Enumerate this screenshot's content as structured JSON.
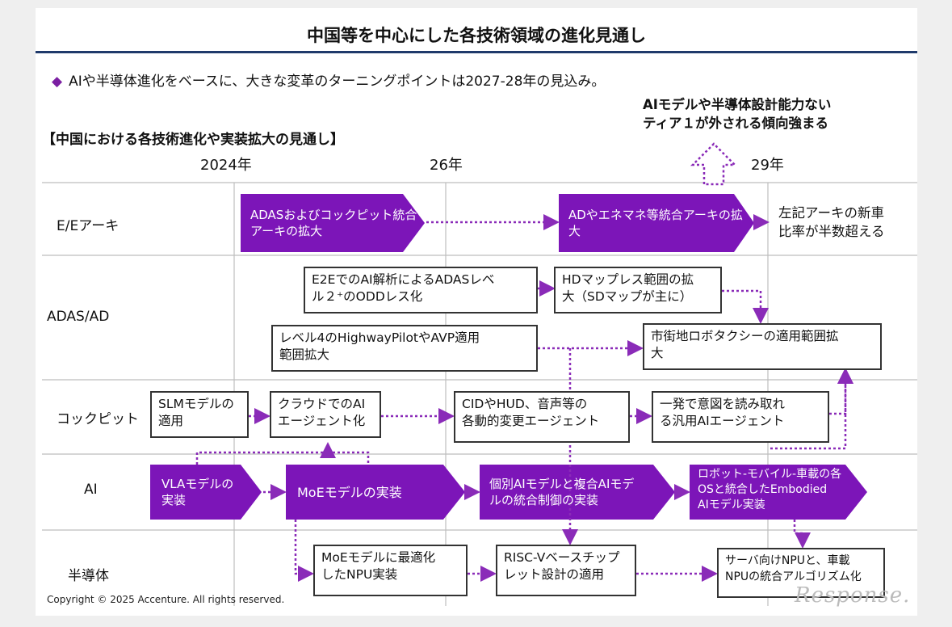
{
  "title": "中国等を中心にした各技術領域の進化見通し",
  "bullet": "AIや半導体進化をベースに、大きな変革のターニングポイントは2027-28年の見込み。",
  "callout": [
    "AIモデルや半導体設計能力ない",
    "ティア１が外される傾向強まる"
  ],
  "section_title": "【中国における各技術進化や実装拡大の見通し】",
  "years": [
    "2024年",
    "26年",
    "29年"
  ],
  "rows": [
    "E/Eアーキ",
    "ADAS/AD",
    "コックピット",
    "AI",
    "半導体"
  ],
  "colors": {
    "accent_purple": "#7c15b8",
    "dotted_purple": "#8a2bb8",
    "title_bar": "#1f3a6b"
  },
  "ee": {
    "arrow1": [
      "ADASおよびコックピット統合",
      "アーキの拡大"
    ],
    "arrow2": [
      "ADやエネマネ等統合アーキの拡",
      "大"
    ],
    "text": [
      "左記アーキの新車",
      "比率が半数超える"
    ]
  },
  "adas": {
    "box1": [
      "E2EでのAI解析によるADASレベ",
      "ル２⁺のODDレス化"
    ],
    "box2": [
      "HDマップレス範囲の拡",
      "大（SDマップが主に）"
    ],
    "box3": [
      "レベル4のHighwayPilotやAVP適用",
      "範囲拡大"
    ],
    "box4": [
      "市街地ロボタクシーの適用範囲拡",
      "大"
    ]
  },
  "cockpit": {
    "box1": [
      "SLMモデルの",
      "適用"
    ],
    "box2": [
      "クラウドでのAI",
      "エージェント化"
    ],
    "box3": [
      "CIDやHUD、音声等の",
      "各動的変更エージェント"
    ],
    "box4": [
      "一発で意図を読み取れ",
      "る汎用AIエージェント"
    ]
  },
  "ai": {
    "arrow1": [
      "VLAモデルの",
      "実装"
    ],
    "arrow2": [
      "MoEモデルの実装"
    ],
    "arrow3": [
      "個別AIモデルと複合AIモデ",
      "ルの統合制御の実装"
    ],
    "arrow4": [
      "ロボット-モバイル-車載の各",
      "OSと統合したEmbodied",
      "AIモデル実装"
    ]
  },
  "semi": {
    "box1": [
      "MoEモデルに最適化",
      "したNPU実装"
    ],
    "box2": [
      "RISC-Vベースチップ",
      "レット設計の適用"
    ],
    "box3": [
      "サーバ向けNPUと、車載",
      "NPUの統合アルゴリズム化"
    ]
  },
  "copyright": "Copyright © 2025 Accenture. All rights reserved.",
  "watermark": "Response."
}
